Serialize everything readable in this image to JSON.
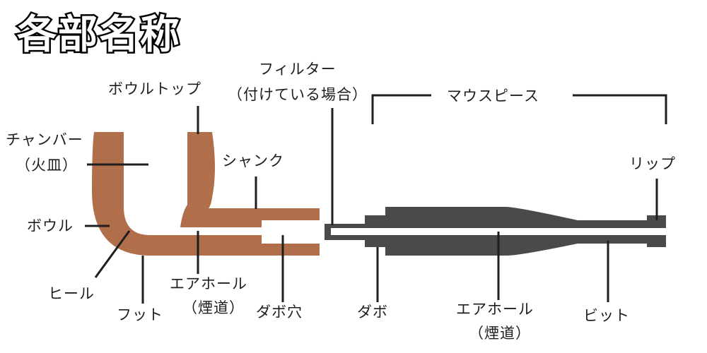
{
  "title": "各部名称",
  "colors": {
    "wood": "#b06e4a",
    "mouthpiece": "#4a494c",
    "line": "#1e1e1e"
  },
  "labels": {
    "filter": "フィルター",
    "filter_note": "（付けている場合）",
    "bowl_top": "ボウルトップ",
    "mouthpiece": "マウスピース",
    "chamber": "チャンバー",
    "chamber_note": "（火皿）",
    "shank": "シャンク",
    "lip": "リップ",
    "bowl": "ボウル",
    "heel": "ヒール",
    "foot": "フット",
    "airhole": "エアホール",
    "airhole_note": "（煙道）",
    "tenon_hole": "ダボ穴",
    "tenon": "ダボ",
    "airhole2": "エアホール",
    "airhole2_note": "（煙道）",
    "bit": "ビット"
  }
}
